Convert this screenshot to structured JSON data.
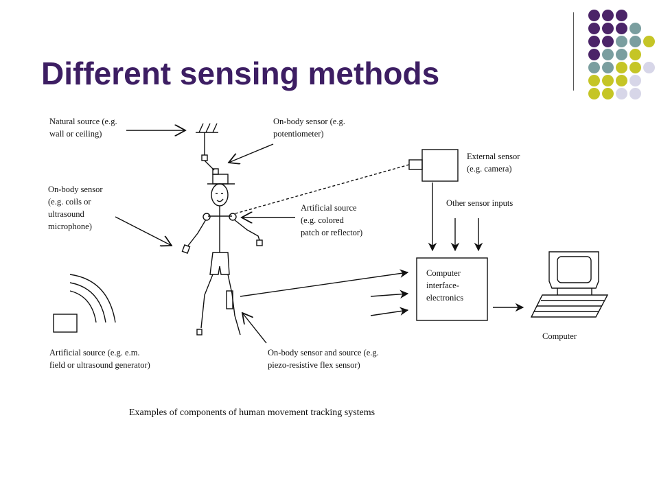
{
  "slide": {
    "title": "Different sensing methods",
    "colors": {
      "title": "#3d1e63",
      "purple": "#4b2468",
      "teal": "#7a9e9f",
      "olive": "#c5c526",
      "lavender": "#d7d6e8"
    }
  },
  "diagram": {
    "labels": {
      "natural_source": [
        "Natural source (e.g.",
        "wall or ceiling)"
      ],
      "onbody_potentiometer": [
        "On-body sensor (e.g.",
        "potentiometer)"
      ],
      "external_sensor": [
        "External sensor",
        "(e.g. camera)"
      ],
      "onbody_coils": [
        "On-body sensor",
        "(e.g.  coils or",
        "ultrasound",
        "microphone)"
      ],
      "artificial_patch": [
        "Artificial source",
        "(e.g. colored",
        "patch or reflector)"
      ],
      "other_inputs": "Other sensor inputs",
      "computer_box": [
        "Computer",
        "interface-",
        "electronics"
      ],
      "computer": "Computer",
      "artificial_em": [
        "Artificial source (e.g. e.m.",
        "field or ultrasound  generator)"
      ],
      "onbody_flex": [
        "On-body sensor and source (e.g.",
        "piezo-resistive flex sensor)"
      ]
    },
    "caption": "Examples of components of human movement tracking systems"
  }
}
